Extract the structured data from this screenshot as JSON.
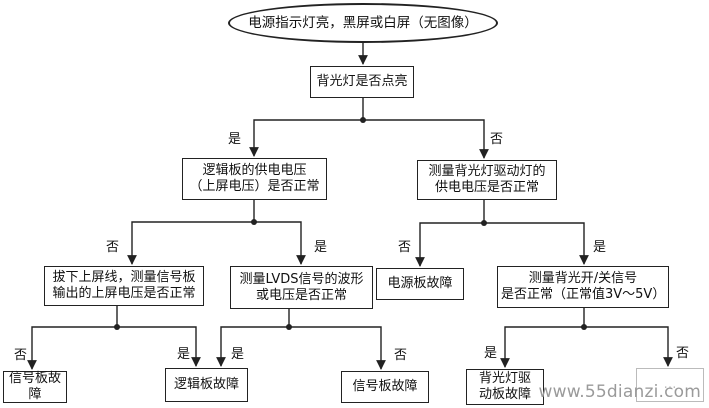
{
  "nodes": {
    "start": "电源指示灯亮，黑屏或白屏（无图像）",
    "backlight": "背光灯是否点亮",
    "logic_power": "逻辑板的供电电压\n（上屏电压）是否正常",
    "driver_power": "测量背光灯驱动灯的\n供电电压是否正常",
    "unplug": "拔下上屏线，测量信号板\n输出的上屏电压是否正常",
    "lvds": "测量LVDS信号的波形\n或电压是否正常",
    "psu_fault": "电源板故障",
    "switch_signal": "测量背光开/关信号\n是否正常（正常值3V～5V）",
    "signal_fault_1": "信号板故障",
    "logic_fault": "逻辑板故障",
    "signal_fault_2": "信号板故障",
    "driver_fault": "背光灯驱\n动板故障",
    "last_fault": "…"
  },
  "labels": {
    "yes": "是",
    "no": "否"
  },
  "watermark": "www.55dianzi.com"
}
